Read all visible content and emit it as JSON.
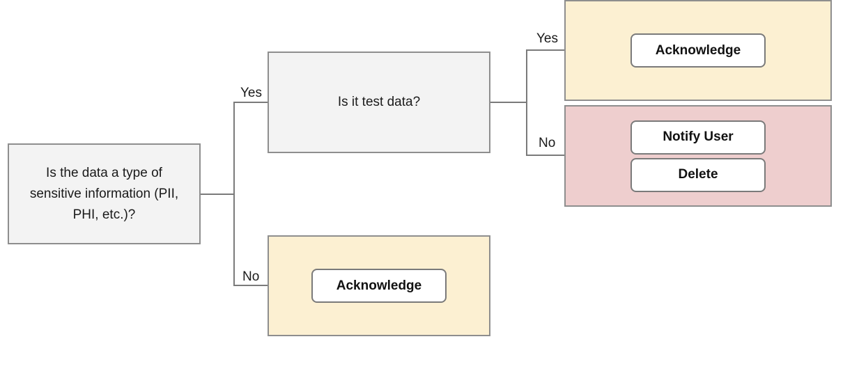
{
  "colors": {
    "question_fill": "#f3f3f3",
    "acknowledge_fill": "#fcf0d2",
    "delete_fill": "#eecece",
    "border": "#8e8e8e",
    "connector": "#7a7a7a"
  },
  "root_question": {
    "text": "Is the data a type of sensitive information (PII, PHI, etc.)?"
  },
  "root_branches": {
    "yes_label": "Yes",
    "no_label": "No"
  },
  "test_question": {
    "text": "Is it test data?"
  },
  "test_branches": {
    "yes_label": "Yes",
    "no_label": "No"
  },
  "test_yes_result": {
    "actions": [
      "Acknowledge"
    ]
  },
  "test_no_result": {
    "actions": [
      "Notify User",
      "Delete"
    ]
  },
  "root_no_result": {
    "actions": [
      "Acknowledge"
    ]
  }
}
